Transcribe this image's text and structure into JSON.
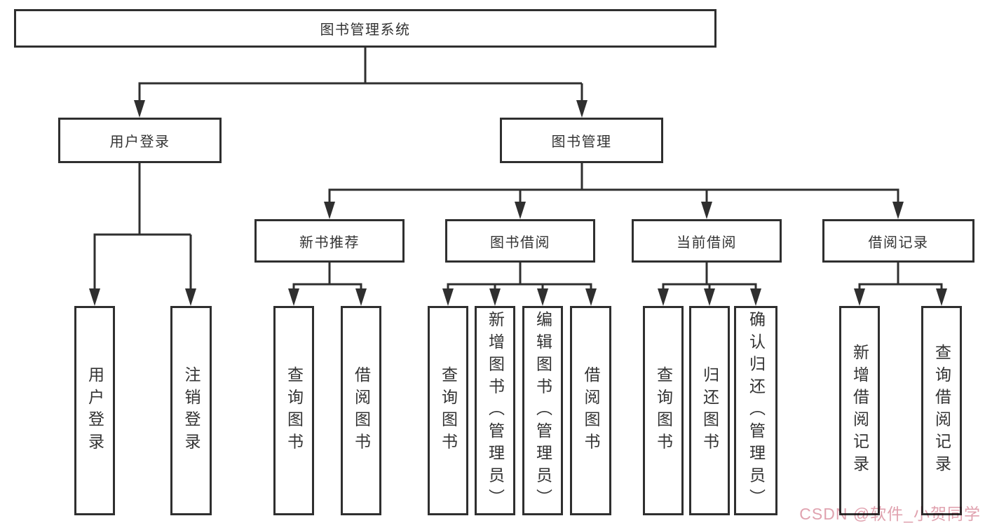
{
  "nodes": {
    "root": {
      "label": "图书管理系统"
    },
    "level2": [
      {
        "label": "用户登录"
      },
      {
        "label": "图书管理"
      }
    ],
    "level3": [
      {
        "label": "新书推荐"
      },
      {
        "label": "图书借阅"
      },
      {
        "label": "当前借阅"
      },
      {
        "label": "借阅记录"
      }
    ],
    "leaves": {
      "user_login": [
        {
          "label": "用户登录"
        },
        {
          "label": "注销登录"
        }
      ],
      "new_book_recommend": [
        {
          "label": "查询图书"
        },
        {
          "label": "借阅图书"
        }
      ],
      "book_borrow": [
        {
          "label": "查询图书"
        },
        {
          "label": "新增图书（管理员）"
        },
        {
          "label": "编辑图书（管理员）"
        },
        {
          "label": "借阅图书"
        }
      ],
      "current_borrow": [
        {
          "label": "查询图书"
        },
        {
          "label": "归还图书"
        },
        {
          "label": "确认归还（管理员）"
        }
      ],
      "borrow_record": [
        {
          "label": "新增借阅记录"
        },
        {
          "label": "查询借阅记录"
        }
      ]
    }
  },
  "watermark": {
    "text": "CSDN @软件_小贺同学",
    "color": "#e0a2af"
  },
  "colors": {
    "line": "#2f2f2f",
    "text": "#333333",
    "background": "#ffffff"
  }
}
